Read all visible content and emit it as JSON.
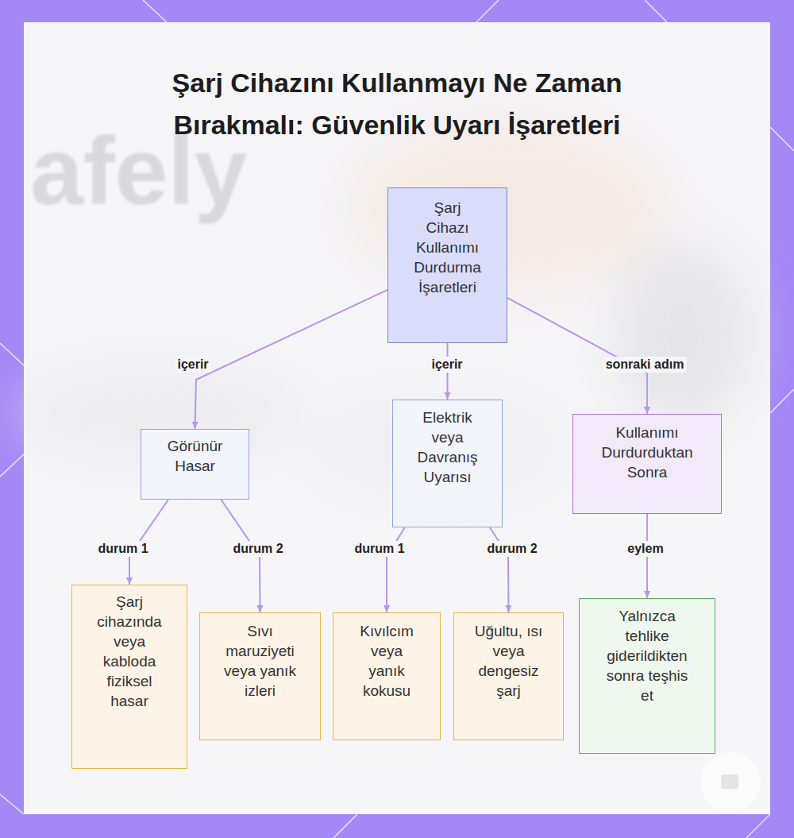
{
  "diagram": {
    "title": "Şarj Cihazını Kullanmayı Ne Zaman Bırakmalı: Güvenlik Uyarı İşaretleri",
    "nodes": [
      {
        "text": [
          "Şarj Cihazı Kullanımı Durdurma İşaretleri"
        ]
      },
      {
        "text": [
          "Görünür Hasar"
        ]
      },
      {
        "text": [
          "Elektrik veya Davranış Uyarısı"
        ]
      },
      {
        "text": [
          "Kullanımı Durdurduktan Sonra"
        ]
      },
      {
        "text": [
          "Şarj cihazında veya kabloda fiziksel hasar"
        ]
      },
      {
        "text": [
          "Sıvı maruziyeti veya yanık izleri"
        ]
      },
      {
        "text": [
          "Kıvılcım veya yanık kokusu"
        ]
      },
      {
        "text": [
          "Uğultu, ısı veya dengesiz şarj"
        ]
      },
      {
        "text": [
          "Yalnızca tehlike giderildikten sonra teşhis et"
        ]
      }
    ],
    "edges": [
      {
        "from": 0,
        "to": 1,
        "label": "içerir",
        "arrow": "to"
      },
      {
        "from": 0,
        "to": 2,
        "label": "içerir",
        "arrow": "to"
      },
      {
        "from": 0,
        "to": 3,
        "label": "sonraki adım",
        "arrow": "to"
      },
      {
        "from": 1,
        "to": 4,
        "label": "durum 1",
        "arrow": "to"
      },
      {
        "from": 1,
        "to": 5,
        "label": "durum 2",
        "arrow": "to"
      },
      {
        "from": 2,
        "to": 6,
        "label": "durum 1",
        "arrow": "to"
      },
      {
        "from": 2,
        "to": 7,
        "label": "durum 2",
        "arrow": "to"
      },
      {
        "from": 3,
        "to": 8,
        "label": "eylem",
        "arrow": "to"
      }
    ],
    "labels": [
      "afely"
    ]
  }
}
